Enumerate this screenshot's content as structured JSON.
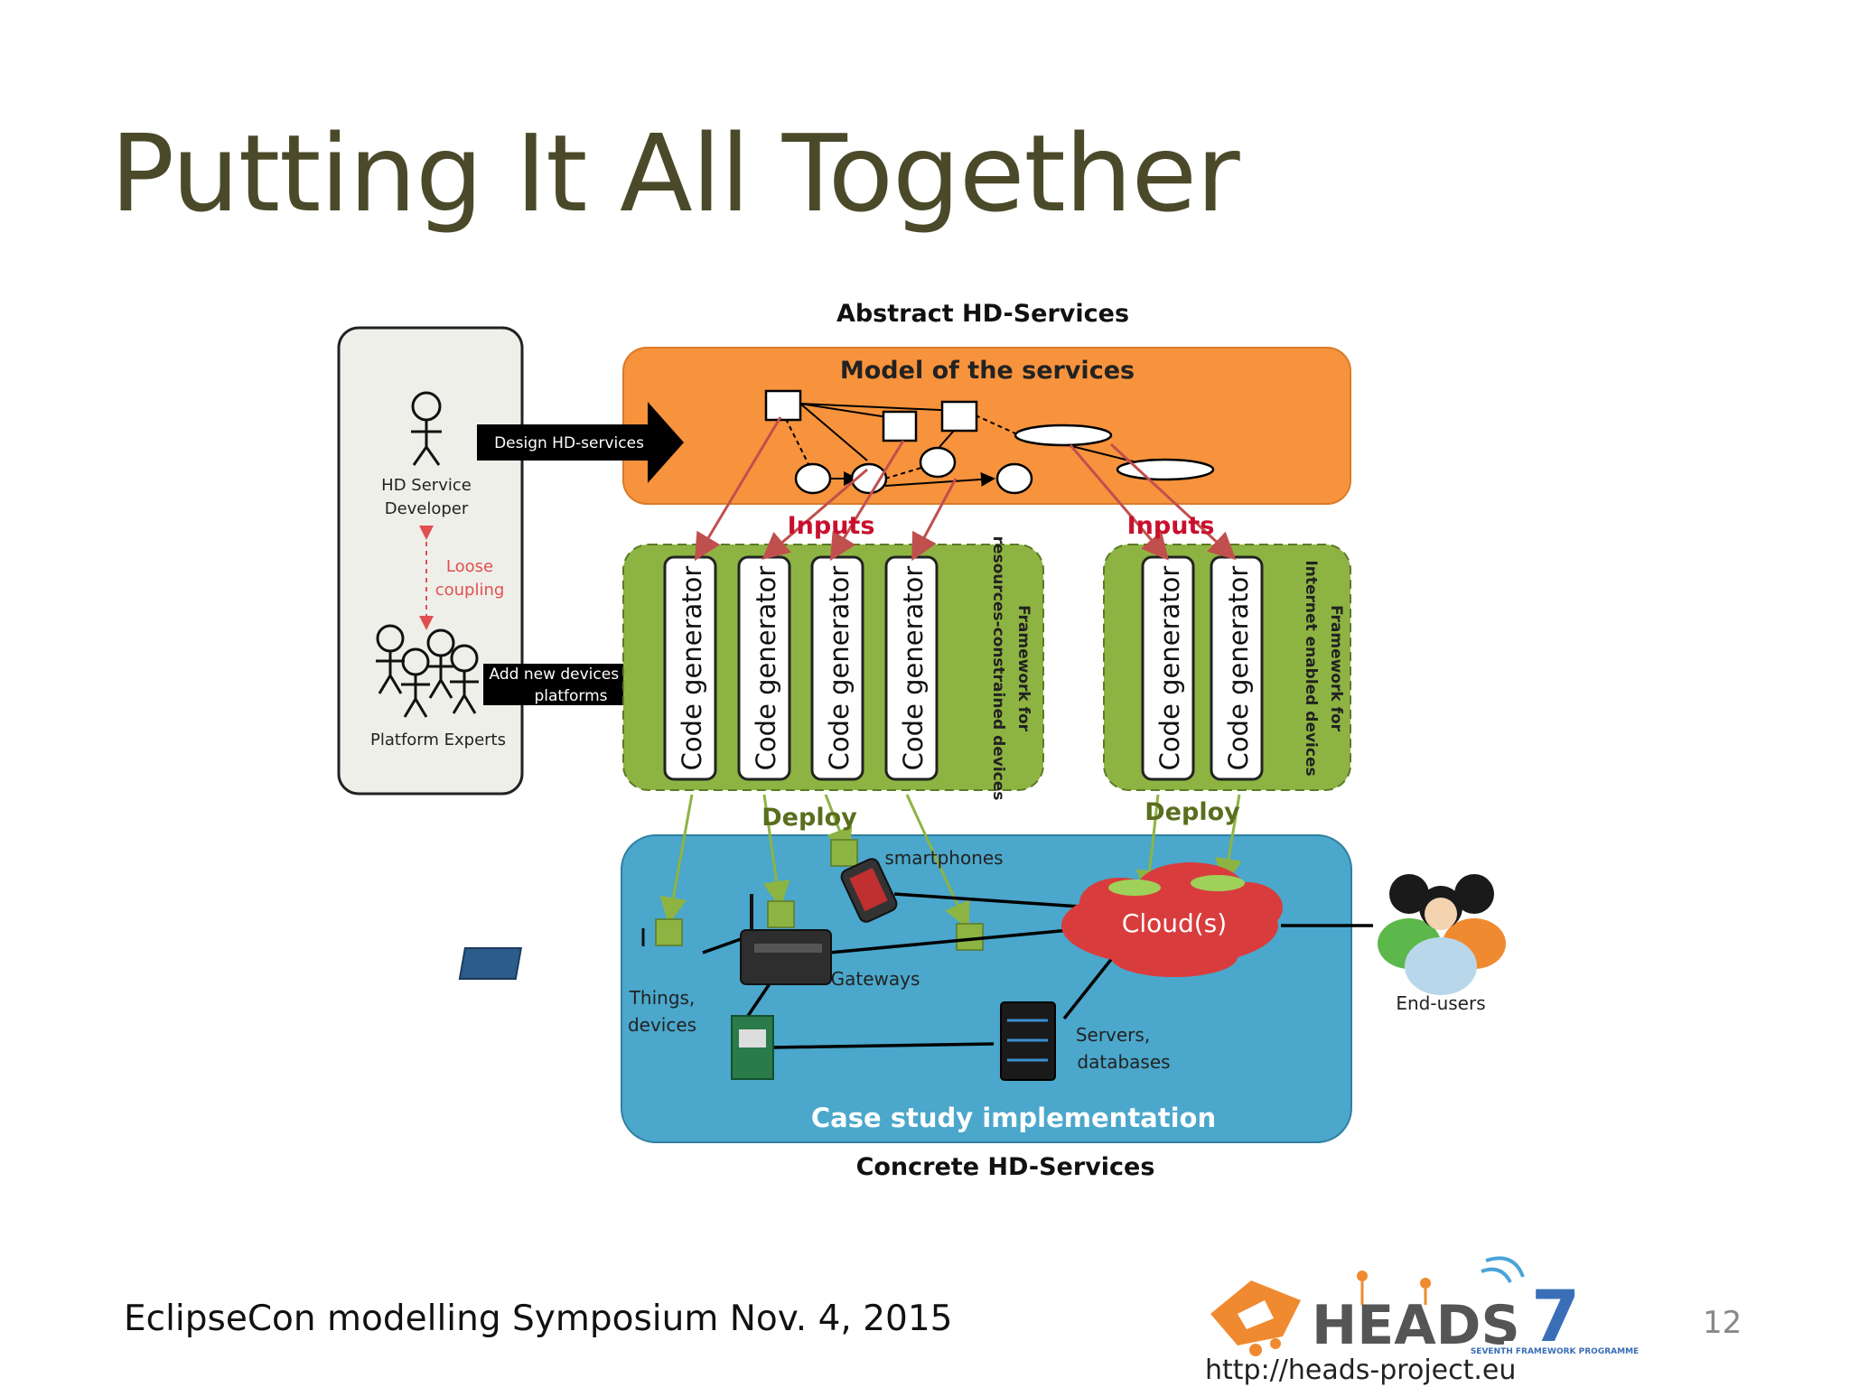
{
  "slide": {
    "title": "Putting It All Together",
    "footer": "EclipseCon modelling Symposium Nov. 4, 2015",
    "page_number": "12",
    "url": "http://heads-project.eu",
    "logo_text": "HEADS",
    "fp7_number": "7",
    "fp7_caption": "SEVENTH FRAMEWORK PROGRAMME"
  },
  "diagram": {
    "top_label": "Abstract HD-Services",
    "bottom_label": "Concrete HD-Services",
    "model_title": "Model of the services",
    "actors": {
      "developer": "HD Service Developer",
      "developer_line1": "HD Service",
      "developer_line2": "Developer",
      "coupling_line1": "Loose",
      "coupling_line2": "coupling",
      "experts": "Platform Experts"
    },
    "arrows": {
      "design": "Design HD-services",
      "add_line1": "Add new devices and",
      "add_line2": "platforms"
    },
    "inputs_label": "Inputs",
    "deploy_label": "Deploy",
    "code_generator": "Code generator",
    "framework_constrained_line1": "Framework for",
    "framework_constrained_line2": "resources-constrained devices",
    "framework_internet_line1": "Framework for",
    "framework_internet_line2": "Internet enabled devices",
    "case_study": "Case study implementation",
    "smartphones": "smartphones",
    "cloud": "Cloud(s)",
    "things_line1": "Things,",
    "things_line2": "devices",
    "gateways": "Gateways",
    "servers_line1": "Servers,",
    "servers_line2": "databases",
    "end_users": "End-users"
  },
  "colors": {
    "title": "#4a4a2a",
    "model_box": "#f7933c",
    "framework_box": "#8db442",
    "case_study_box": "#4ba7cb",
    "cloud": "#d93c3c",
    "inputs_text": "#c8102e",
    "deploy_text": "#5a6e1e",
    "loose_coupling": "#e05050"
  }
}
